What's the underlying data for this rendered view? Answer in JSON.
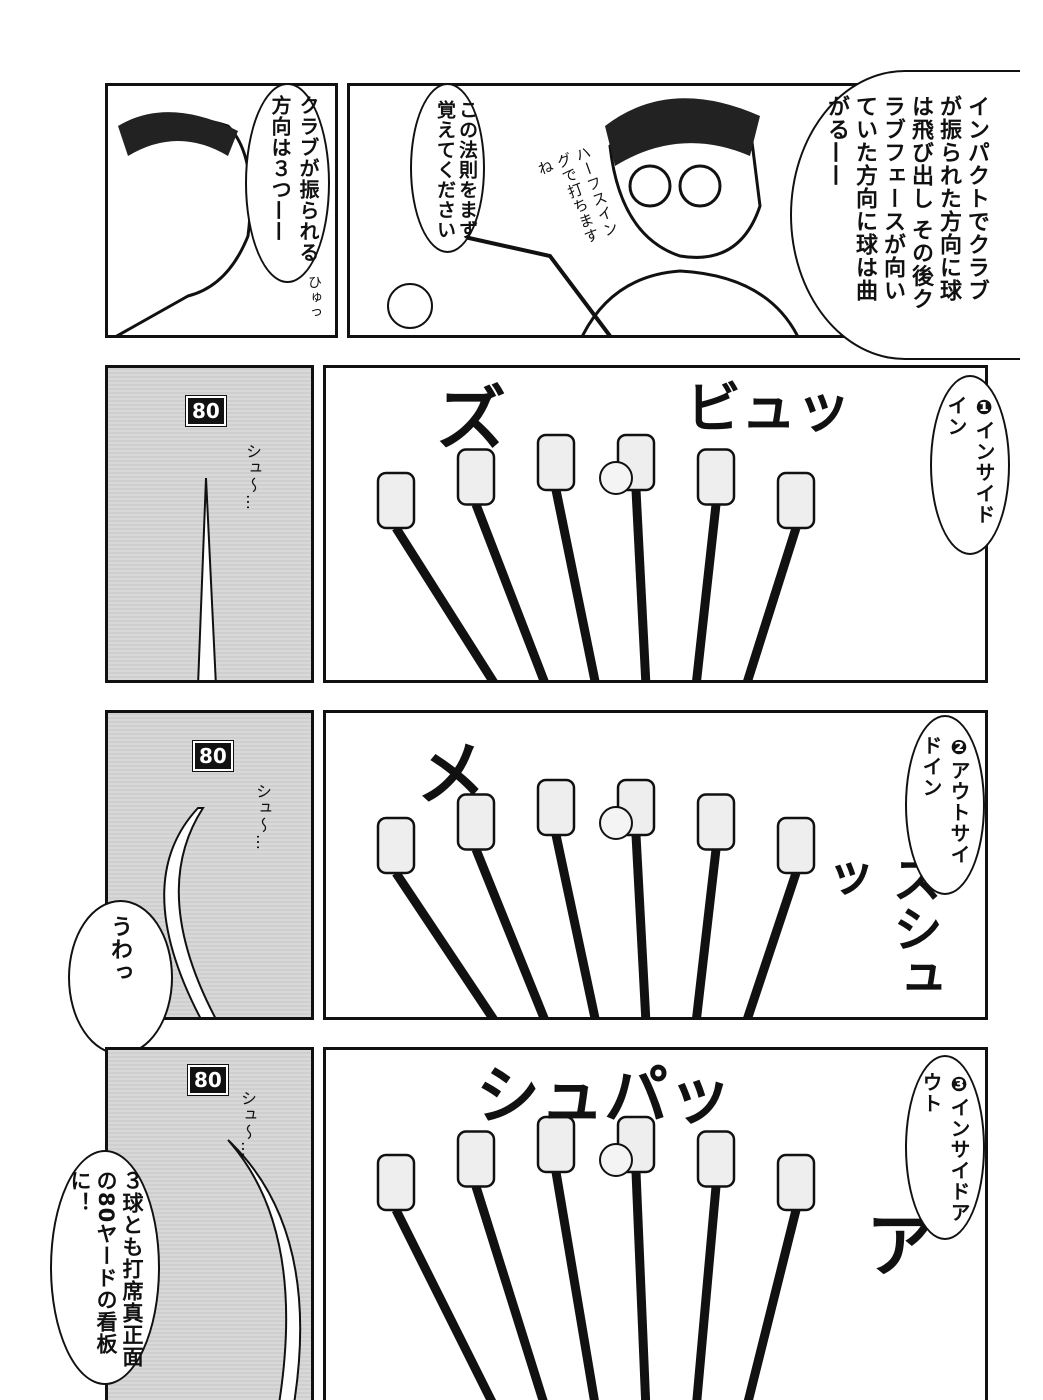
{
  "panels": {
    "p1": {
      "speech": "クラブが振られる方向は３つ——",
      "sfx": "ひゅっ"
    },
    "p2": {
      "narration": "インパクトでクラブが振られた方向に球は飛び出し その後クラブフェースが向いていた方向に球は曲がる——",
      "speech": "この法則をまず覚えてください",
      "aside": "ハーフスイングで打ちますね"
    },
    "sign": "80",
    "swing1": {
      "label": "❶インサイドイン",
      "sfx1": "ズ",
      "sfx2": "ビュッ",
      "trail": "シュ〜…"
    },
    "swing2": {
      "label": "❷アウトサイドイン",
      "sfx1": "メ",
      "sfx2": "ズシュッ",
      "trail": "シュ〜…",
      "reaction": "うわっ"
    },
    "swing3": {
      "label": "❸インサイドアウト",
      "sfx1": "シュパッ",
      "sfx2": "ア",
      "trail": "シュ〜…",
      "caption": "３球とも打席真正面の80ヤードの看板に！"
    }
  }
}
